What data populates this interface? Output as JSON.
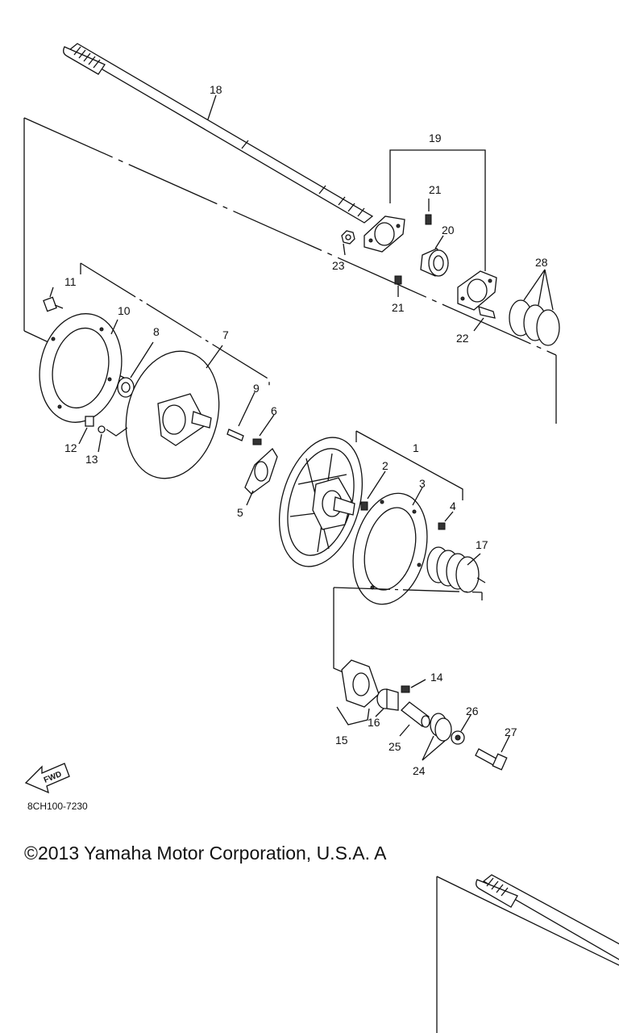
{
  "diagram": {
    "callouts": [
      "1",
      "2",
      "3",
      "4",
      "5",
      "6",
      "7",
      "8",
      "9",
      "10",
      "11",
      "12",
      "13",
      "14",
      "15",
      "16",
      "17",
      "18",
      "19",
      "20",
      "21",
      "21",
      "22",
      "23",
      "24",
      "25",
      "26",
      "27",
      "28"
    ],
    "fwd_label": "FWD",
    "drawing_code": "8CH100-7230",
    "copyright": "©2013 Yamaha Motor Corporation, U.S.A. A"
  }
}
